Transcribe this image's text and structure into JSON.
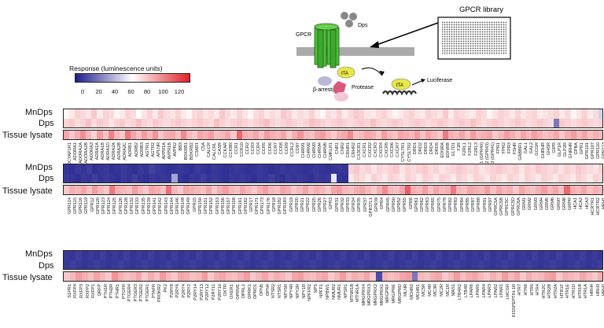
{
  "schematic": {
    "gpcr_label": "GPCR",
    "dps_label": "Dps",
    "library_label": "GPCR library",
    "arrestin_label": "β-arrestin",
    "protease_label": "Protease",
    "tta_label": "tTA",
    "tta_label2": "tTA",
    "luciferase_label": "Luciferase"
  },
  "legend": {
    "title": "Response (luminescence units)",
    "ticks": [
      "0",
      "20",
      "40",
      "60",
      "80",
      "100",
      "120"
    ]
  },
  "row_labels": {
    "mndps": "MnDps",
    "dps": "Dps",
    "tissue": "Tissue lysate"
  },
  "colors": {
    "low": "#1e1e8c",
    "mid": "#ffffff",
    "high": "#e0202a"
  },
  "panels": [
    {
      "genes": [
        "ADCYAP1R1",
        "ADORA1",
        "ADORA2A",
        "ADORA2B",
        "ADORA3",
        "ADRA1A",
        "ADRA1B",
        "ADRA1D",
        "ADRA2A",
        "ADRA2B",
        "ADRA2C",
        "ADRB1",
        "ADRB2",
        "ADRB3",
        "AGTR1",
        "AGTR2",
        "APLNR",
        "AVPR1A",
        "AVPR1B",
        "AVPR2",
        "BB3",
        "BDKRB1",
        "BDKRB2",
        "C3AR1",
        "C5A",
        "CALCR",
        "CALCRL",
        "CASR",
        "CCKAR",
        "CCKBR",
        "CCR1",
        "CCR10",
        "CCR2",
        "CCR3",
        "CCR4",
        "CCR5",
        "CCR6",
        "CCR7",
        "CCR8",
        "CCR9",
        "CCRL2",
        "CD97",
        "CHRM1",
        "CHRM2",
        "CHRM3",
        "CHRM4",
        "CHRM5",
        "CMKLR1",
        "CNR1",
        "CNR2",
        "CRHR1",
        "CRHR2",
        "CX3CR1",
        "CXCR1",
        "CXCR2",
        "CXCR3",
        "CXCR4",
        "CXCR5",
        "CXCR6",
        "CXCR7",
        "CYSLTR1",
        "CYSLTR2",
        "DRD1",
        "DRD2",
        "DRD3",
        "DRD4",
        "DRD5",
        "EDNRA",
        "EDNRB",
        "ELTD1",
        "F2R",
        "F2RL1",
        "F2RL2",
        "F2RL3",
        "FFA1 (GPR40)",
        "FFA2 (GPR43)",
        "FFA3 (GPR41)",
        "FPR1",
        "FPR2",
        "FPR3",
        "FSHR",
        "GABBR1",
        "GAL1",
        "GAL2",
        "GCGR",
        "GHRHR",
        "GHSR",
        "GIPR",
        "GLP1R",
        "GLP2R",
        "GNRHR",
        "GPBA",
        "GPR1",
        "GPR101",
        "GPR107",
        "GPR110",
        "GPR113"
      ],
      "mndps": [
        0.52,
        0.55,
        0.6,
        0.58,
        0.56,
        0.62,
        0.55,
        0.6,
        0.58,
        0.52,
        0.55,
        0.6,
        0.58,
        0.5,
        0.56,
        0.6,
        0.55,
        0.62,
        0.58,
        0.56,
        0.6,
        0.55,
        0.52,
        0.58,
        0.6,
        0.56,
        0.58,
        0.55,
        0.62,
        0.58,
        0.55,
        0.6,
        0.56,
        0.52,
        0.58,
        0.6,
        0.55,
        0.58,
        0.56,
        0.62,
        0.6,
        0.55,
        0.58,
        0.56,
        0.6,
        0.55,
        0.52,
        0.58,
        0.56,
        0.6,
        0.55,
        0.58,
        0.62,
        0.6,
        0.56,
        0.55,
        0.58,
        0.6,
        0.56,
        0.52,
        0.55,
        0.58,
        0.6,
        0.56,
        0.55,
        0.6,
        0.58,
        0.56,
        0.62,
        0.55,
        0.6,
        0.58,
        0.56,
        0.55,
        0.6,
        0.58,
        0.52,
        0.56,
        0.6,
        0.58,
        0.55,
        0.6,
        0.56,
        0.58,
        0.6,
        0.55,
        0.56,
        0.58,
        0.6,
        0.55,
        0.58,
        0.52,
        0.56,
        0.6,
        0.55,
        0.58,
        0.4
      ],
      "dps": [
        0.6,
        0.62,
        0.58,
        0.6,
        0.64,
        0.58,
        0.62,
        0.6,
        0.56,
        0.6,
        0.62,
        0.58,
        0.6,
        0.64,
        0.6,
        0.58,
        0.62,
        0.6,
        0.58,
        0.6,
        0.62,
        0.6,
        0.58,
        0.6,
        0.62,
        0.6,
        0.58,
        0.64,
        0.6,
        0.58,
        0.6,
        0.62,
        0.6,
        0.58,
        0.6,
        0.62,
        0.64,
        0.6,
        0.58,
        0.6,
        0.62,
        0.6,
        0.58,
        0.6,
        0.64,
        0.62,
        0.6,
        0.58,
        0.6,
        0.62,
        0.6,
        0.58,
        0.6,
        0.62,
        0.6,
        0.64,
        0.6,
        0.58,
        0.6,
        0.62,
        0.6,
        0.58,
        0.6,
        0.62,
        0.6,
        0.58,
        0.6,
        0.62,
        0.6,
        0.58,
        0.6,
        0.62,
        0.6,
        0.64,
        0.6,
        0.58,
        0.6,
        0.62,
        0.6,
        0.58,
        0.6,
        0.62,
        0.6,
        0.58,
        0.6,
        0.62,
        0.6,
        0.58,
        0.2,
        0.62,
        0.6,
        0.58,
        0.6,
        0.62,
        0.6,
        0.58,
        0.6
      ],
      "tissue": [
        0.7,
        0.62,
        0.68,
        0.75,
        0.66,
        0.6,
        0.72,
        0.64,
        0.78,
        0.66,
        0.62,
        0.8,
        0.7,
        0.64,
        0.72,
        0.66,
        0.74,
        0.62,
        0.68,
        0.7,
        0.64,
        0.76,
        0.66,
        0.62,
        0.7,
        0.68,
        0.72,
        0.64,
        0.66,
        0.7,
        0.62,
        0.84,
        0.68,
        0.66,
        0.7,
        0.64,
        0.72,
        0.68,
        0.66,
        0.7,
        0.62,
        0.68,
        0.74,
        0.66,
        0.64,
        0.7,
        0.72,
        0.66,
        0.62,
        0.68,
        0.7,
        0.76,
        0.64,
        0.66,
        0.7,
        0.68,
        0.62,
        0.72,
        0.66,
        0.64,
        0.7,
        0.68,
        0.66,
        0.72,
        0.64,
        0.7,
        0.66,
        0.62,
        0.8,
        0.68,
        0.66,
        0.7,
        0.64,
        0.72,
        0.66,
        0.68,
        0.7,
        0.62,
        0.66,
        0.72,
        0.68,
        0.64,
        0.7,
        0.66,
        0.72,
        0.68,
        0.64,
        0.66,
        0.7,
        0.62,
        0.68,
        0.72,
        0.66,
        0.7,
        0.64,
        0.68,
        0.66
      ]
    },
    {
      "genes": [
        "GPR114",
        "GPR115",
        "GPR116",
        "GPR119",
        "GPR12",
        "GPR120",
        "GPR123",
        "GPR124",
        "GPR125",
        "GPR126",
        "GPR128",
        "GPR132",
        "GPR133",
        "GPR135",
        "GPR139",
        "GPR141",
        "GPR142",
        "GPR143",
        "GPR144",
        "GPR146",
        "GPR148",
        "GPR149",
        "GPR15",
        "GPR150",
        "GPR151",
        "GPR152",
        "GPR153",
        "GPR156",
        "GPR157",
        "GPR158",
        "GPR161",
        "GPR162",
        "GPR17",
        "GPR171",
        "GPR173",
        "GPR176",
        "GPR18",
        "GPR182",
        "GPR183",
        "GPR19",
        "GPR20",
        "GPR21",
        "GPR22",
        "GPR25",
        "GPR26",
        "GPR27",
        "GPR3",
        "GPR31",
        "GPR32",
        "GPR33",
        "GPR34",
        "GPR35",
        "GPR37",
        "GPR37L1",
        "GPR39",
        "GPR4",
        "GPR45",
        "GPR50",
        "GPR52",
        "GPR55",
        "GPR6",
        "GPR61",
        "GPR62",
        "GPR63",
        "GPR65",
        "GPR75",
        "GPR78",
        "GPR82",
        "GPR83",
        "GPR84",
        "GPR85",
        "GPR87",
        "GPR88",
        "GPR91",
        "GPR97",
        "GPRC5A",
        "GPRC5B",
        "GPRC5C",
        "GPRC5D",
        "GPRC6A",
        "GRM1",
        "GRM2",
        "GRM3",
        "GRM4",
        "GRM5",
        "GRM6",
        "GRM7",
        "GRM8",
        "GRPR",
        "HCA1",
        "HCA2",
        "HCA3",
        "HCRTR1",
        "HCRTR2",
        "HRH1"
      ],
      "mndps": [
        0.05,
        0.04,
        0.06,
        0.05,
        0.07,
        0.04,
        0.05,
        0.06,
        0.04,
        0.05,
        0.06,
        0.05,
        0.04,
        0.06,
        0.05,
        0.08,
        0.06,
        0.05,
        0.04,
        0.05,
        0.06,
        0.05,
        0.04,
        0.06,
        0.05,
        0.04,
        0.06,
        0.05,
        0.04,
        0.05,
        0.06,
        0.05,
        0.04,
        0.05,
        0.06,
        0.05,
        0.04,
        0.05,
        0.06,
        0.05,
        0.06,
        0.05,
        0.04,
        0.05,
        0.06,
        0.05,
        0.04,
        0.05,
        0.06,
        0.05,
        0.6,
        0.62,
        0.58,
        0.6,
        0.56,
        0.6,
        0.58,
        0.6,
        0.62,
        0.56,
        0.6,
        0.58,
        0.6,
        0.62,
        0.58,
        0.6,
        0.56,
        0.58,
        0.6,
        0.62,
        0.6,
        0.58,
        0.6,
        0.56,
        0.58,
        0.6,
        0.62,
        0.6,
        0.58,
        0.6,
        0.56,
        0.6,
        0.58,
        0.62,
        0.6,
        0.58,
        0.6,
        0.56,
        0.6,
        0.58,
        0.62,
        0.6,
        0.58,
        0.56,
        0.6
      ],
      "dps": [
        0.06,
        0.05,
        0.04,
        0.06,
        0.05,
        0.07,
        0.05,
        0.06,
        0.05,
        0.04,
        0.06,
        0.05,
        0.07,
        0.05,
        0.04,
        0.06,
        0.05,
        0.06,
        0.05,
        0.3,
        0.05,
        0.04,
        0.06,
        0.05,
        0.07,
        0.05,
        0.06,
        0.05,
        0.04,
        0.06,
        0.05,
        0.06,
        0.05,
        0.04,
        0.06,
        0.05,
        0.07,
        0.05,
        0.04,
        0.06,
        0.05,
        0.06,
        0.05,
        0.04,
        0.06,
        0.05,
        0.06,
        0.45,
        0.05,
        0.04,
        0.55,
        0.6,
        0.58,
        0.55,
        0.6,
        0.58,
        0.55,
        0.6,
        0.58,
        0.55,
        0.6,
        0.58,
        0.55,
        0.6,
        0.58,
        0.55,
        0.6,
        0.58,
        0.55,
        0.6,
        0.58,
        0.55,
        0.6,
        0.58,
        0.55,
        0.6,
        0.58,
        0.55,
        0.6,
        0.58,
        0.55,
        0.6,
        0.58,
        0.55,
        0.6,
        0.58,
        0.55,
        0.6,
        0.58,
        0.55,
        0.6,
        0.58,
        0.55,
        0.6,
        0.58
      ],
      "tissue": [
        0.62,
        0.68,
        0.66,
        0.7,
        0.64,
        0.72,
        0.66,
        0.62,
        0.8,
        0.68,
        0.66,
        0.64,
        0.72,
        0.66,
        0.62,
        0.7,
        0.68,
        0.64,
        0.82,
        0.66,
        0.62,
        0.7,
        0.68,
        0.66,
        0.64,
        0.7,
        0.62,
        0.68,
        0.72,
        0.66,
        0.64,
        0.7,
        0.66,
        0.62,
        0.68,
        0.72,
        0.66,
        0.64,
        0.7,
        0.68,
        0.62,
        0.66,
        0.7,
        0.64,
        0.68,
        0.66,
        0.62,
        0.7,
        0.72,
        0.66,
        0.64,
        0.68,
        0.7,
        0.66,
        0.62,
        0.68,
        0.76,
        0.66,
        0.64,
        0.7,
        0.86,
        0.68,
        0.66,
        0.72,
        0.64,
        0.7,
        0.66,
        0.68,
        0.8,
        0.66,
        0.64,
        0.7,
        0.68,
        0.66,
        0.72,
        0.64,
        0.7,
        0.66,
        0.68,
        0.62,
        0.7,
        0.66,
        0.64,
        0.68,
        0.72,
        0.66,
        0.7,
        0.64,
        0.84,
        0.68,
        0.66,
        0.7,
        0.64,
        0.68,
        0.66
      ]
    },
    {
      "genes": [
        "S1PR1",
        "RXFP4",
        "RXFP3",
        "RXFP2",
        "RXFP1",
        "QRFP",
        "PTH1R",
        "PTH2R",
        "PTHR1",
        "PTGFR",
        "PTGER4",
        "PTGER3",
        "PTGER2",
        "PTGER1",
        "PTAFR",
        "PROKR2",
        "PK2",
        "P2RY8",
        "P2RY6",
        "P2RY4",
        "P2RY2",
        "P2RY14",
        "P2RY13",
        "P2RY12",
        "P2RY11",
        "P2RY10",
        "OXTR",
        "OXER1",
        "OPRM1",
        "OPRL1",
        "OPRK1",
        "OPRD1",
        "OPN5",
        "OPN4",
        "NTSR2",
        "NTSR1",
        "NPY5R",
        "NPY4R",
        "NPY2R",
        "NPY1R",
        "NPFFR2",
        "NPS",
        "NPFF1",
        "NPBW1",
        "NMUR2",
        "NMUR1",
        "NPSR1",
        "MTNR1B",
        "MTNR1A",
        "MRGPRX4",
        "MRGPRX3",
        "MRGPRX2",
        "MRGPRX1",
        "MRGPRF",
        "MRGPRE",
        "MRGPRD",
        "MLNR",
        "MCHR2",
        "MCHR1",
        "MC5R",
        "MC4R",
        "MC3R",
        "MC2R",
        "MC1R",
        "MAS1",
        "LTB4R2",
        "LTB4R",
        "LPAR6",
        "LPAR5",
        "LPAR4",
        "LPAR3",
        "LPAR2",
        "LPAR1",
        "LHCGR",
        "KISSPEPTIN-1R",
        "HTR7",
        "HTR6",
        "HTR5",
        "HTR4",
        "HTR2C",
        "HTR2B",
        "HTR2A",
        "HTR1F",
        "HTR1E",
        "HTR1D",
        "HTR1B",
        "HTR1A",
        "HRH4",
        "HRH3",
        "HRH2"
      ],
      "mndps": [
        0.06,
        0.05,
        0.07,
        0.05,
        0.06,
        0.05,
        0.07,
        0.05,
        0.06,
        0.05,
        0.07,
        0.05,
        0.06,
        0.05,
        0.07,
        0.05,
        0.06,
        0.05,
        0.07,
        0.05,
        0.06,
        0.05,
        0.07,
        0.05,
        0.06,
        0.05,
        0.07,
        0.05,
        0.06,
        0.05,
        0.07,
        0.05,
        0.06,
        0.05,
        0.07,
        0.05,
        0.06,
        0.05,
        0.07,
        0.05,
        0.06,
        0.05,
        0.07,
        0.05,
        0.06,
        0.05,
        0.07,
        0.05,
        0.06,
        0.05,
        0.07,
        0.05,
        0.06,
        0.05,
        0.07,
        0.05,
        0.06,
        0.05,
        0.07,
        0.05,
        0.06,
        0.05,
        0.07,
        0.05,
        0.06,
        0.05,
        0.07,
        0.05,
        0.06,
        0.05,
        0.07,
        0.05,
        0.06,
        0.05,
        0.07,
        0.05,
        0.06,
        0.05,
        0.07,
        0.05,
        0.06,
        0.05,
        0.07,
        0.05,
        0.06,
        0.05,
        0.07,
        0.05,
        0.06,
        0.05
      ],
      "dps": [
        0.06,
        0.07,
        0.06,
        0.05,
        0.06,
        0.07,
        0.06,
        0.05,
        0.06,
        0.07,
        0.06,
        0.05,
        0.06,
        0.07,
        0.06,
        0.05,
        0.06,
        0.07,
        0.06,
        0.05,
        0.06,
        0.07,
        0.06,
        0.05,
        0.06,
        0.07,
        0.06,
        0.05,
        0.06,
        0.07,
        0.06,
        0.05,
        0.06,
        0.07,
        0.06,
        0.05,
        0.06,
        0.07,
        0.06,
        0.05,
        0.06,
        0.07,
        0.06,
        0.05,
        0.06,
        0.07,
        0.06,
        0.05,
        0.06,
        0.07,
        0.06,
        0.05,
        0.06,
        0.07,
        0.06,
        0.05,
        0.06,
        0.07,
        0.06,
        0.05,
        0.06,
        0.07,
        0.06,
        0.05,
        0.06,
        0.07,
        0.06,
        0.05,
        0.06,
        0.07,
        0.06,
        0.05,
        0.06,
        0.07,
        0.06,
        0.05,
        0.06,
        0.07,
        0.06,
        0.05,
        0.06,
        0.07,
        0.06,
        0.05,
        0.06,
        0.07,
        0.06,
        0.05,
        0.06,
        0.07
      ],
      "tissue": [
        0.62,
        0.66,
        0.72,
        0.68,
        0.64,
        0.7,
        0.66,
        0.62,
        0.74,
        0.68,
        0.64,
        0.66,
        0.7,
        0.62,
        0.68,
        0.64,
        0.72,
        0.66,
        0.62,
        0.7,
        0.68,
        0.64,
        0.66,
        0.72,
        0.62,
        0.68,
        0.7,
        0.66,
        0.64,
        0.68,
        0.72,
        0.62,
        0.66,
        0.7,
        0.64,
        0.68,
        0.66,
        0.62,
        0.7,
        0.72,
        0.66,
        0.64,
        0.68,
        0.7,
        0.62,
        0.66,
        0.72,
        0.64,
        0.68,
        0.66,
        0.7,
        0.62,
        0.1,
        0.68,
        0.64,
        0.66,
        0.7,
        0.72,
        0.2,
        0.66,
        0.64,
        0.68,
        0.7,
        0.62,
        0.66,
        0.72,
        0.64,
        0.68,
        0.7,
        0.66,
        0.62,
        0.68,
        0.64,
        0.72,
        0.66,
        0.7,
        0.62,
        0.68,
        0.64,
        0.66,
        0.7,
        0.72,
        0.62,
        0.68,
        0.66,
        0.64,
        0.7,
        0.66,
        0.62,
        0.68
      ]
    }
  ]
}
